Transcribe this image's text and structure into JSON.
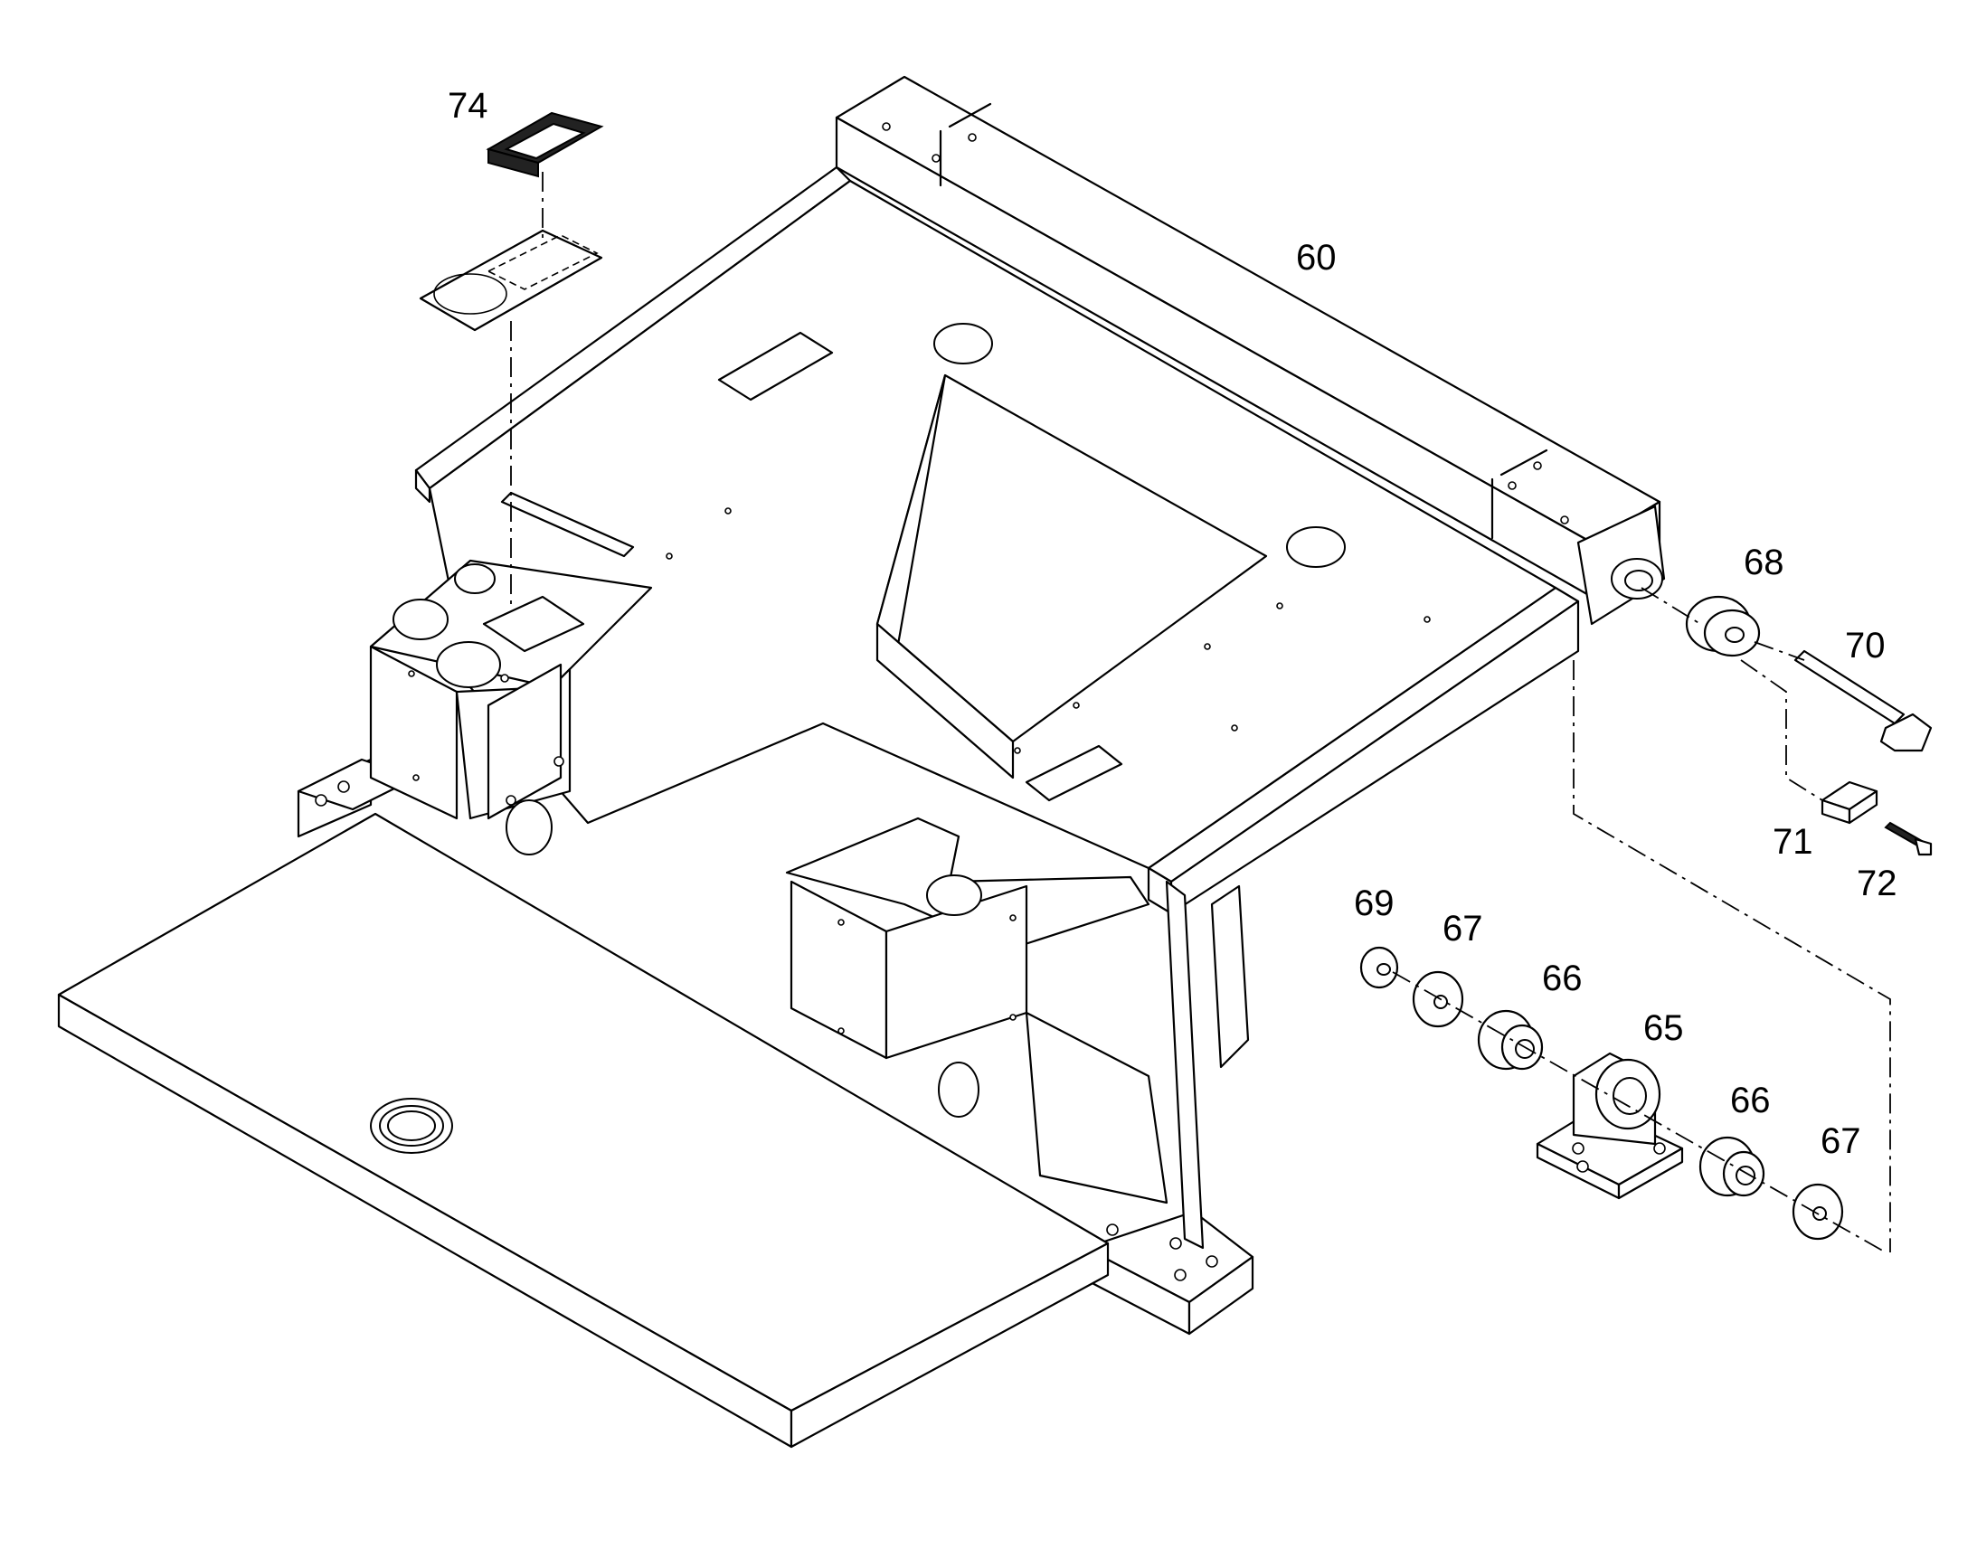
{
  "callouts": {
    "c60": "60",
    "c65": "65",
    "c66a": "66",
    "c66b": "66",
    "c67a": "67",
    "c67b": "67",
    "c68": "68",
    "c69": "69",
    "c70": "70",
    "c71": "71",
    "c72": "72",
    "c74": "74"
  }
}
